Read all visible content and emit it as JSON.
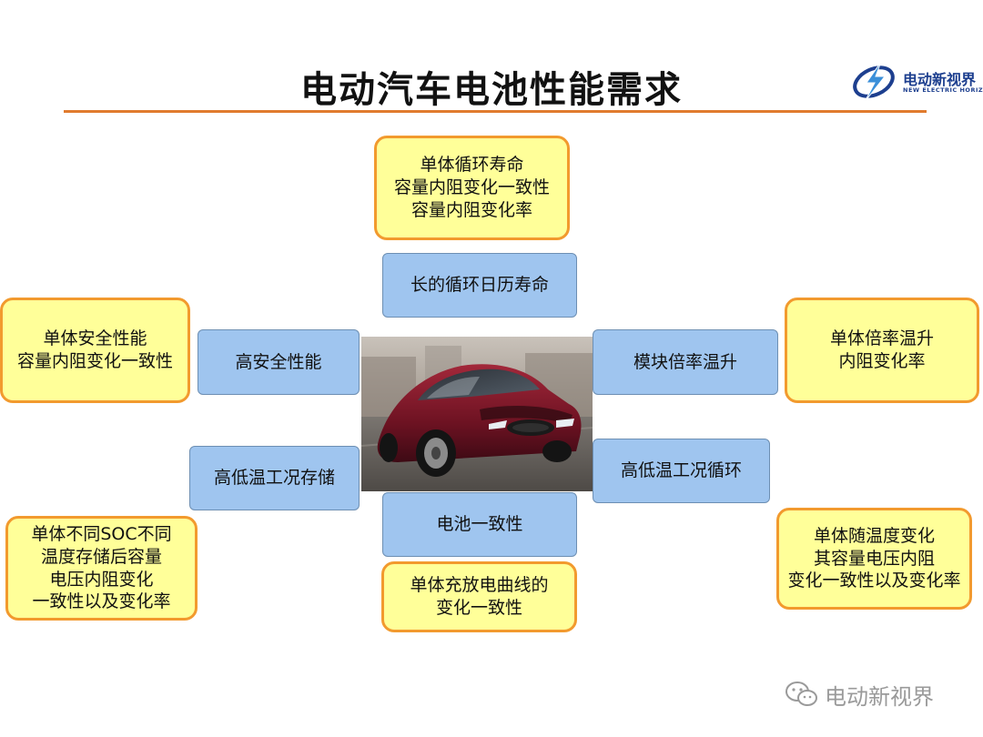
{
  "title": "电动汽车电池性能需求",
  "logo": {
    "cn": "电动新视界",
    "en": "NEW ELECTRIC HORIZON",
    "icon": "lightning-swirl-icon",
    "color": "#1d3f8f"
  },
  "colors": {
    "accent": "#e07b2e",
    "yellow_fill": "#ffff99",
    "yellow_border": "#f29a2e",
    "blue_fill": "#9fc5ef"
  },
  "center_image": "red-electric-sedan",
  "blue_boxes": {
    "top": "长的循环日历寿命",
    "left": "高安全性能",
    "right": "模块倍率温升",
    "bottom_left": "高低温工况存储",
    "bottom_right": "高低温工况循环",
    "bottom": "电池一致性"
  },
  "yellow_boxes": {
    "top": [
      "单体循环寿命",
      "容量内阻变化一致性",
      "容量内阻变化率"
    ],
    "left": [
      "单体安全性能",
      "容量内阻变化一致性"
    ],
    "right": [
      "单体倍率温升",
      "内阻变化率"
    ],
    "bottom_left": [
      "单体不同SOC不同",
      "温度存储后容量",
      "电压内阻变化",
      "一致性以及变化率"
    ],
    "bottom_right": [
      "单体随温度变化",
      "其容量电压内阻",
      "变化一致性以及变化率"
    ],
    "bottom": [
      "单体充放电曲线的",
      "变化一致性"
    ]
  },
  "watermark": {
    "text": "电动新视界",
    "icon": "wechat-icon"
  }
}
